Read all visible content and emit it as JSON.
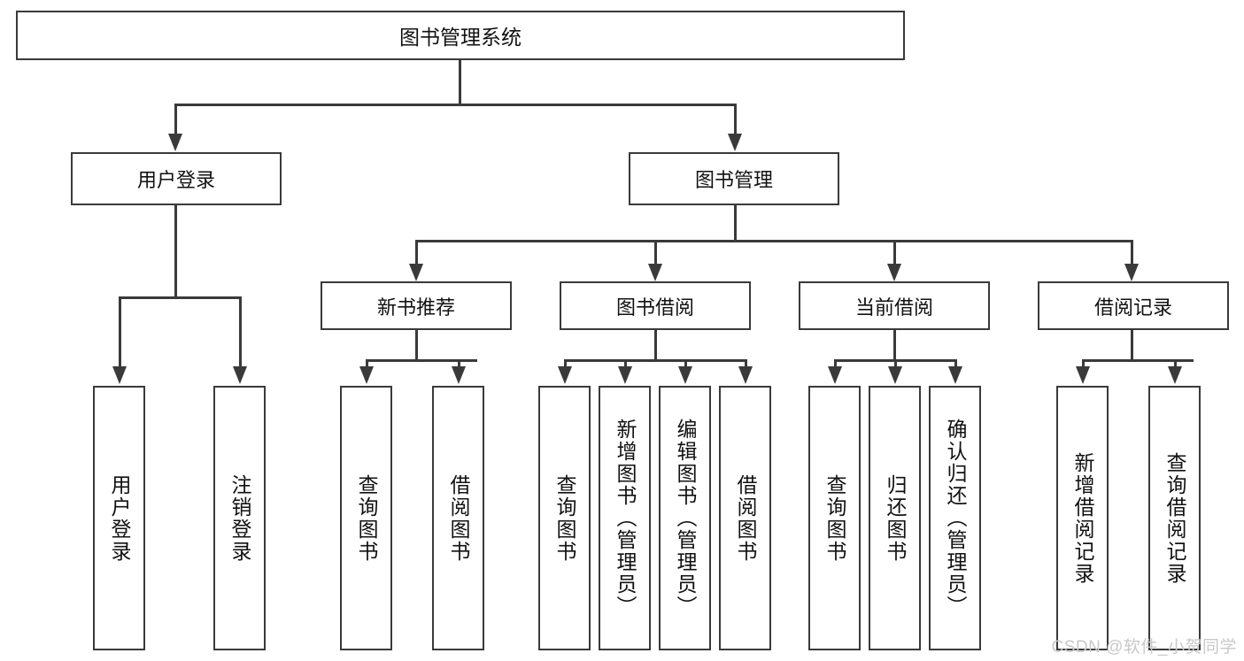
{
  "diagram": {
    "title": "图书管理系统",
    "type": "tree",
    "orientation": "top-down",
    "colors": {
      "stroke": "#3a3a3a",
      "fill": "#ffffff",
      "text": "#111111",
      "watermark": "#c9c9c9"
    }
  },
  "root": {
    "label": "图书管理系统"
  },
  "level2": [
    {
      "id": "user-login",
      "label": "用户登录"
    },
    {
      "id": "book-management",
      "label": "图书管理"
    }
  ],
  "level3": [
    {
      "id": "new-book-recommend",
      "label": "新书推荐",
      "parent": "book-management"
    },
    {
      "id": "book-borrow",
      "label": "图书借阅",
      "parent": "book-management"
    },
    {
      "id": "current-borrow",
      "label": "当前借阅",
      "parent": "book-management"
    },
    {
      "id": "borrow-record",
      "label": "借阅记录",
      "parent": "book-management"
    }
  ],
  "leaves": [
    {
      "id": "leaf-user-login",
      "label": "用户登录",
      "parent": "user-login"
    },
    {
      "id": "leaf-user-logout",
      "label": "注销登录",
      "parent": "user-login"
    },
    {
      "id": "leaf-query-book-1",
      "label": "查询图书",
      "parent": "new-book-recommend"
    },
    {
      "id": "leaf-borrow-book-1",
      "label": "借阅图书",
      "parent": "new-book-recommend"
    },
    {
      "id": "leaf-query-book-2",
      "label": "查询图书",
      "parent": "book-borrow"
    },
    {
      "id": "leaf-add-book",
      "label": "新增图书（管理员）",
      "parent": "book-borrow"
    },
    {
      "id": "leaf-edit-book",
      "label": "编辑图书（管理员）",
      "parent": "book-borrow"
    },
    {
      "id": "leaf-borrow-book-2",
      "label": "借阅图书",
      "parent": "book-borrow"
    },
    {
      "id": "leaf-query-book-3",
      "label": "查询图书",
      "parent": "current-borrow"
    },
    {
      "id": "leaf-return-book",
      "label": "归还图书",
      "parent": "current-borrow"
    },
    {
      "id": "leaf-confirm-return",
      "label": "确认归还（管理员）",
      "parent": "current-borrow"
    },
    {
      "id": "leaf-add-record",
      "label": "新增借阅记录",
      "parent": "borrow-record"
    },
    {
      "id": "leaf-query-record",
      "label": "查询借阅记录",
      "parent": "borrow-record"
    }
  ],
  "watermark": {
    "text": "CSDN @软件_小贺同学"
  }
}
